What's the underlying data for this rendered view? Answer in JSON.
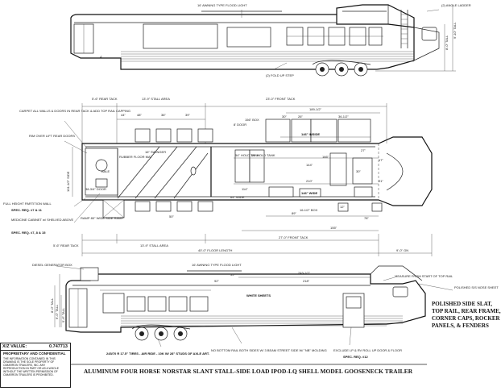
{
  "title": "ALUMINUM FOUR HORSE NORSTAR SLANT STALL-SIDE LOAD IPOD-LQ SHELL MODEL GOOSENECK TRAILER",
  "features": [
    "POLISHED SIDE SLAT,",
    "TOP RAIL, REAR FRAME,",
    "CORNER CAPS, ROCKER",
    "PANELS, & FENDERS"
  ],
  "xz": {
    "label": "X/Z VALUE:",
    "value": "0.747713"
  },
  "proprietary": {
    "title": "PROPRIETARY AND CONFIDENTIAL",
    "text": "THE INFORMATION CONTAINED IN THIS DRAWING IS THE SOLE PROPERTY OF CIMARRON TRAILERS, INC. ANY REPRODUCTION IN PART OR AS A WHOLE WITHOUT THE WRITTEN PERMISSION OF CIMARRON TRAILERS IS PROHIBITED."
  },
  "top_view": {
    "awning": "16' AWNING TYPE FLOOD LIGHT",
    "angle_ladder": "(2) ANGLE LADDER",
    "tall_1": "9'-10\" TALL",
    "tall_2": "8'-0\" TALL",
    "fold_step": "(2) FOLD UP STEP",
    "height": "4'"
  },
  "plan_view": {
    "rear_tack": "5'-6\" REAR TACK",
    "stall_area": "13'-9\" STALL AREA",
    "front_tack": "23'-0\" FRONT TACK",
    "d189": "189-1/2\"",
    "d44": "44\"",
    "d48": "48\"",
    "d36": "36\"",
    "d39": "39\"",
    "d30": "30\"",
    "d26": "26\"",
    "d36b": "36-1/2\"",
    "carpet": "CARPET ALL WALLS & DOORS IN REAR TACK & ADD TOP RAIL CAPPING",
    "rim": "RIM OVER LIFT REAR DOORS",
    "partition": "FULL HEIGHT PARTITION WALL",
    "spec1": "SPEC. REQ. #7 & 11",
    "medicine": "MEDICINE CABINET w/ SHELVED ABOVE",
    "spec2": "SPEC. REQ. #7, 8 & 15",
    "rear_tack_b": "5'-6\" REAR TACK",
    "stall_b": "13'-9\" STALL AREA",
    "front_tack_b": "27'-0\" FRONT TACK",
    "floor_length": "40'-0\" FLOOR LENGTH",
    "gn": "9'-0\" GN",
    "inside": "146\" INSIDE",
    "wide": "146\" WIDE",
    "d16": "16\" SWINGER",
    "bale": "BALE",
    "dr1": "38-3/4\" DOOR",
    "ramp": "RAMP 80\" WIDE SIDE RAMP",
    "d50": "50\"",
    "d89": "89\"",
    "d155": "155\"",
    "d166": "166\"",
    "d210": "210\"",
    "d144": "144\"",
    "d114": "114\"",
    "d30b": "30\"",
    "d27": "27\"",
    "d17": "17\"",
    "d21": "21\"",
    "d12": "12\"",
    "d78": "78\"",
    "d101": "101-1/2\" SIDE",
    "d156": "156\" BOX",
    "d64": "64\" WIDE",
    "d8": "8' DOOR",
    "d16box": "16-1/2\" BOX",
    "tank1": "54\" HOLD TANK",
    "tank2": "54\" HOLD TANK",
    "rubber": "RUBBER FLOOR MAT"
  },
  "side_view": {
    "diesel": "DIESEL GENERATOR BOX",
    "awning": "16' AWNING TYPE FLOOD LIGHT",
    "measure": "MEASURE FROM START OF TOP RAIL",
    "polished_nose": "POLISHED S/S NOSE SHEET",
    "white_sheets": "WHITE SHEETS",
    "tires": "245/70 R 17.5\" TIRES - AIR RIDE - 10K W/ 28\" STUDS OF AXLE ART.",
    "no_bottom": "NO BOTTOM RAIL BOTH SIDES W/ 3 BEAM STREET SIDE W/ \"NB\" MOLDING",
    "lp_door": "EXCLUDE LP & RV ROLL UP DOOR & FLOOR",
    "spec3": "SPEC. REQ. #12",
    "d249": "249-1/2\"",
    "d218": "218\"",
    "d55": "55\"",
    "d92": "92\"",
    "tall_a": "8'-0\" TALL",
    "tall_b": "6'-0\" TALL",
    "tall_c": "5'-6\" TALL"
  }
}
